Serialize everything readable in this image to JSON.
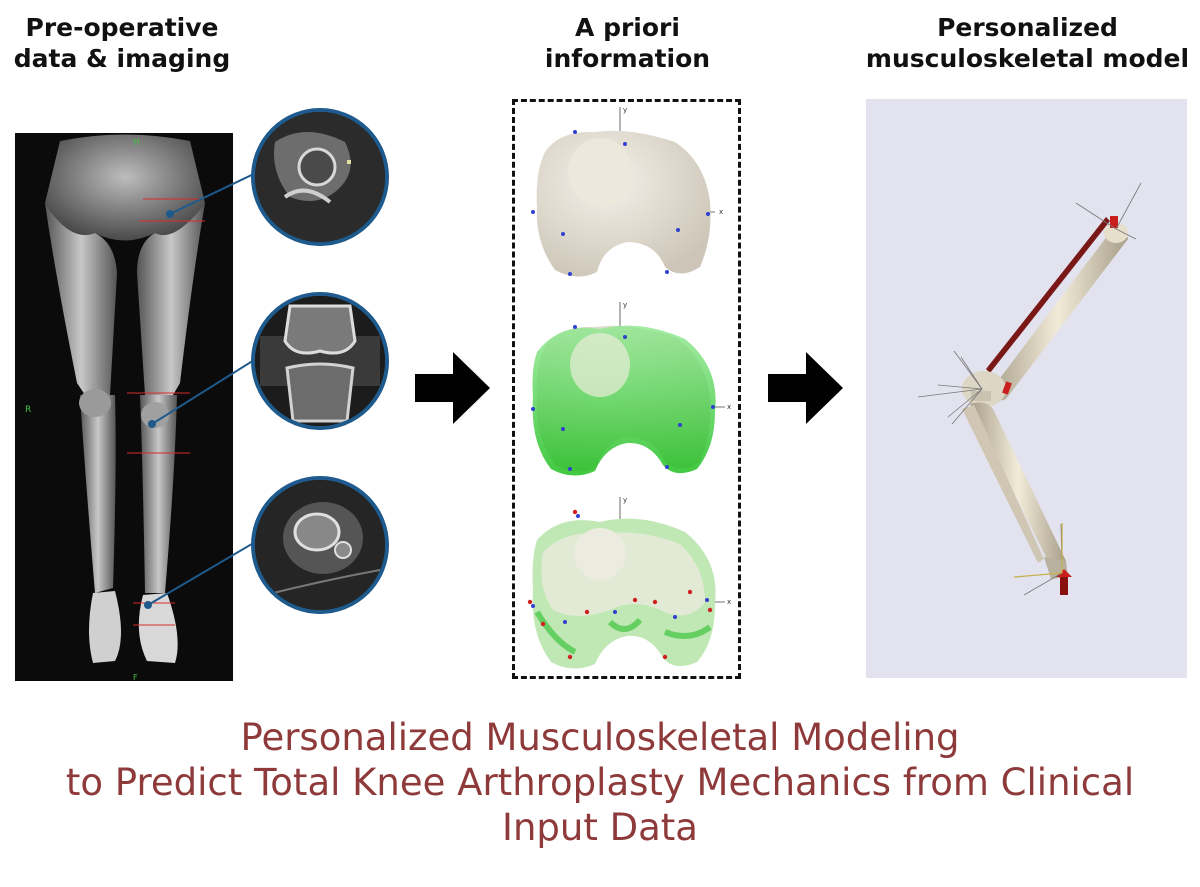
{
  "columns": {
    "left": {
      "line1": "Pre-operative",
      "line2": "data & imaging"
    },
    "middle": {
      "line1": "A priori",
      "line2": "information"
    },
    "right": {
      "line1": "Personalized",
      "line2": "musculoskeletal model"
    }
  },
  "xray_markers": {
    "top": "H",
    "side": "R",
    "bottom": "F"
  },
  "axes": {
    "x": "x",
    "y": "y"
  },
  "subtitle": {
    "line1": "Personalized Musculoskeletal Modeling",
    "line2": "to Predict Total Knee Arthroplasty Mechanics from Clinical",
    "line3": "Input Data"
  },
  "colors": {
    "title_red": "#8f3a3a",
    "ct_border": "#1e5a8c",
    "femur_beige": "#e6e0d6",
    "green_overlay": "#3ccf3c",
    "model_bg": "#e3e3ef"
  }
}
